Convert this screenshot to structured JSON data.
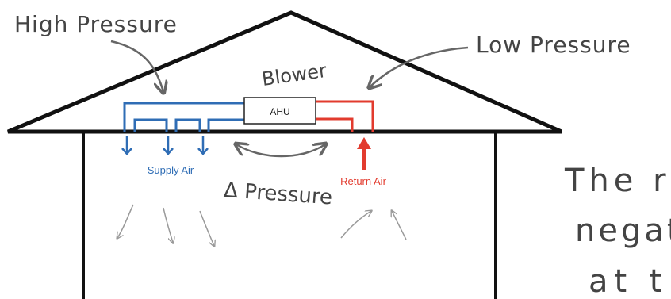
{
  "annotations": {
    "high_pressure": "High Pressure",
    "low_pressure": "Low Pressure",
    "blower": "Blower",
    "delta_pressure": "Δ Pressure"
  },
  "equipment": {
    "ahu_label": "AHU"
  },
  "airflow": {
    "supply_label": "Supply Air",
    "return_label": "Return Air"
  },
  "side_note": {
    "line1": "The r",
    "line2": "negat",
    "line3": "at t"
  },
  "colors": {
    "supply": "#2f6db5",
    "return": "#e23b2e",
    "structure": "#111111",
    "handwriting": "#444444",
    "airflow_hint": "#9a9a9a"
  }
}
